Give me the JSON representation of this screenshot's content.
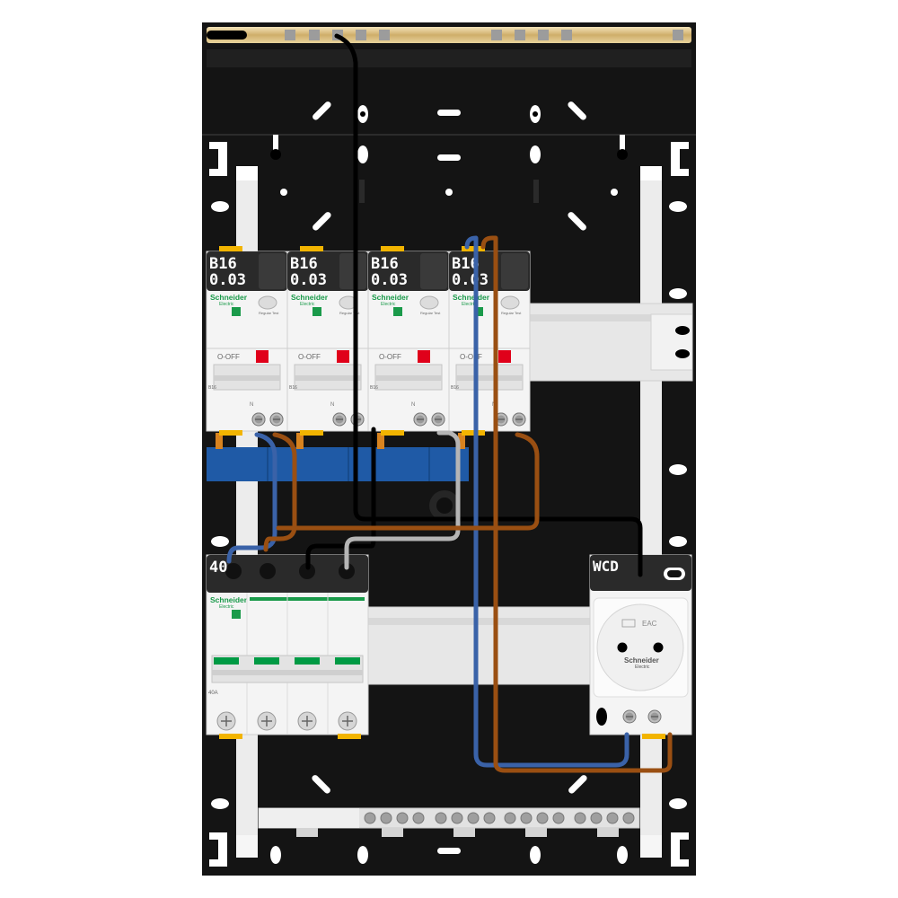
{
  "breakers": [
    {
      "rating": "B16",
      "sensitivity": "0.03",
      "brand": "Schneider",
      "brand_sub": "Electric",
      "off_label": "O-OFF",
      "bottom_label": "B16",
      "test_label": "Regular Test"
    },
    {
      "rating": "B16",
      "sensitivity": "0.03",
      "brand": "Schneider",
      "brand_sub": "Electric",
      "off_label": "O-OFF",
      "bottom_label": "B16",
      "test_label": "Regular Test"
    },
    {
      "rating": "B16",
      "sensitivity": "0.03",
      "brand": "Schneider",
      "brand_sub": "Electric",
      "off_label": "O-OFF",
      "bottom_label": "B16",
      "test_label": "Regular Test"
    },
    {
      "rating": "B16",
      "sensitivity": "0.03",
      "brand": "Schneider",
      "brand_sub": "Electric",
      "off_label": "O-OFF",
      "bottom_label": "B16",
      "test_label": "Regular Test"
    }
  ],
  "main_switch": {
    "rating": "40",
    "brand": "Schneider",
    "brand_sub": "Electric",
    "bottom_label": "40A"
  },
  "socket": {
    "label": "WCD",
    "brand": "Schneider",
    "brand_sub": "Electric",
    "cert_mark": "EAC"
  },
  "colors": {
    "enclosure": "#141414",
    "rail": "#e6e6e6",
    "module_body": "#f4f4f4",
    "label_band": "#2a2a2a",
    "busbar_blue": "#1f5aa6",
    "wire_blue": "#3a62a8",
    "wire_brown": "#9a4f12",
    "wire_black": "#000000",
    "wire_grey": "#b5b5b5",
    "toggle_red": "#e0001a",
    "toggle_green": "#009a44",
    "brass": "#d9c08a"
  }
}
